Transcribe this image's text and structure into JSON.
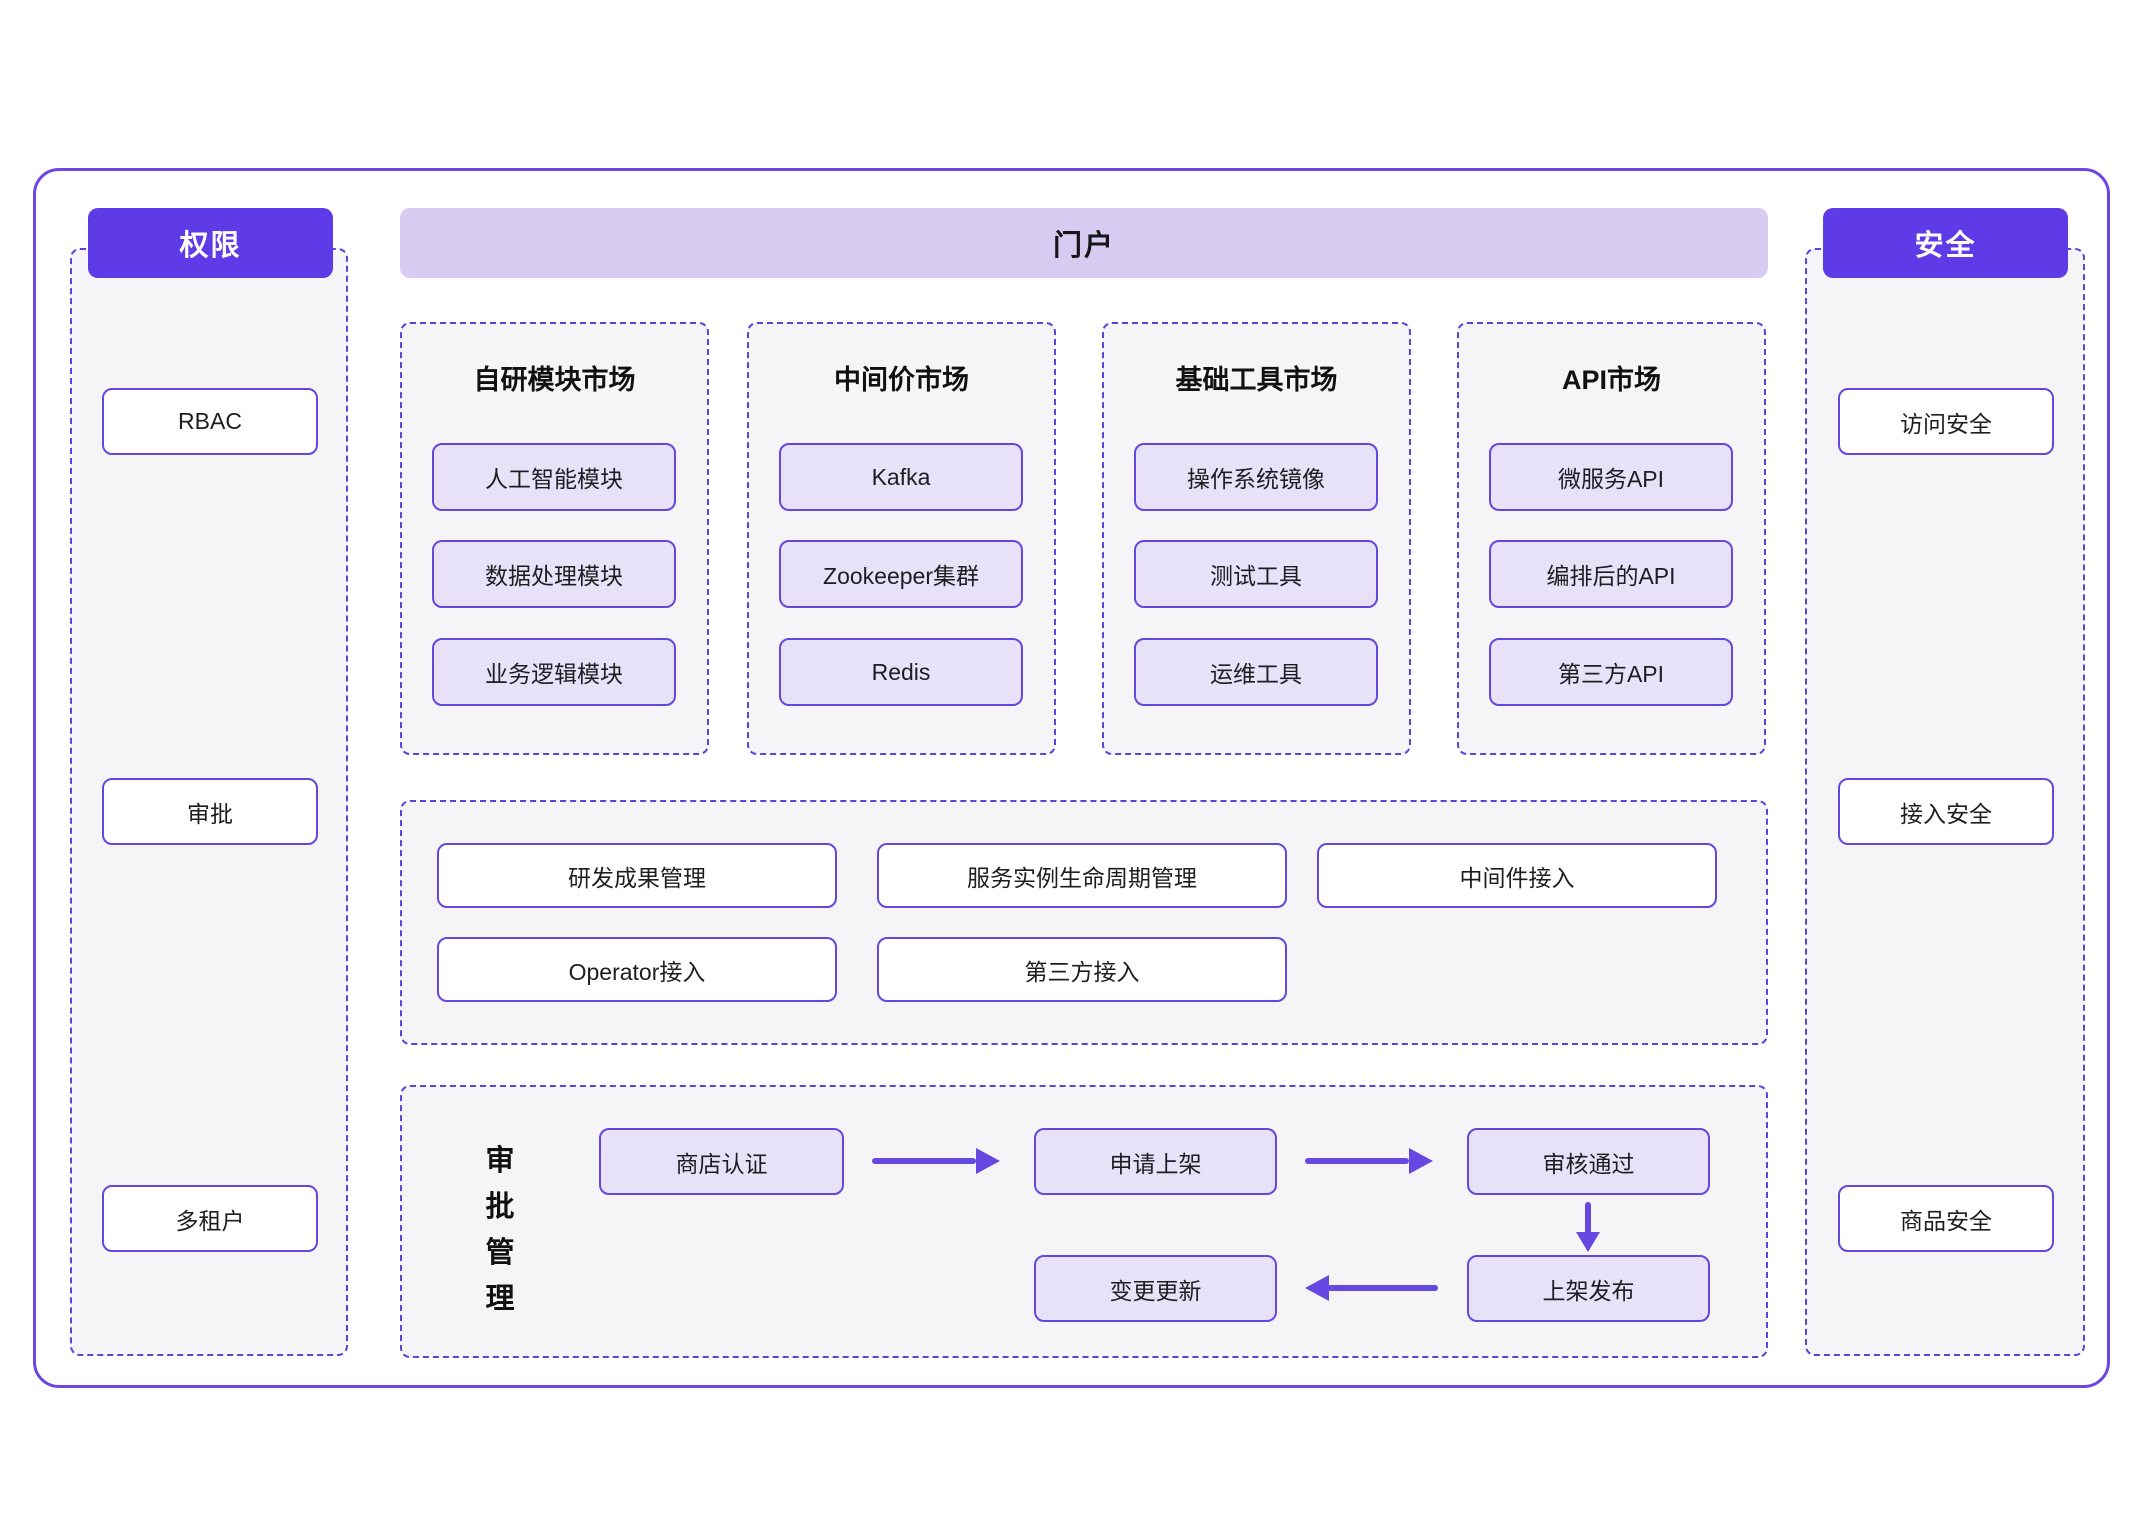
{
  "colors": {
    "accent": "#5f3be8",
    "accent_border": "#6647dd",
    "dashed_border": "#5a45d8",
    "outer_border": "#6d45e3",
    "panel_bg": "#f5f5f8",
    "lavender_box_bg": "#e8e2f8",
    "portal_header_bg": "#d6ccf2",
    "arrow": "#6647e0"
  },
  "left_panel": {
    "title": "权限",
    "items": [
      "RBAC",
      "审批",
      "多租户"
    ]
  },
  "right_panel": {
    "title": "安全",
    "items": [
      "访问安全",
      "接入安全",
      "商品安全"
    ]
  },
  "portal": {
    "title": "门户",
    "markets": [
      {
        "title": "自研模块市场",
        "items": [
          "人工智能模块",
          "数据处理模块",
          "业务逻辑模块"
        ]
      },
      {
        "title": "中间价市场",
        "items": [
          "Kafka",
          "Zookeeper集群",
          "Redis"
        ]
      },
      {
        "title": "基础工具市场",
        "items": [
          "操作系统镜像",
          "测试工具",
          "运维工具"
        ]
      },
      {
        "title": "API市场",
        "items": [
          "微服务API",
          "编排后的API",
          "第三方API"
        ]
      }
    ],
    "management": {
      "row1": [
        "研发成果管理",
        "服务实例生命周期管理",
        "中间件接入"
      ],
      "row2": [
        "Operator接入",
        "第三方接入"
      ]
    },
    "approval": {
      "label": "审批管理",
      "steps": [
        "商店认证",
        "申请上架",
        "审核通过",
        "上架发布",
        "变更更新"
      ]
    }
  }
}
